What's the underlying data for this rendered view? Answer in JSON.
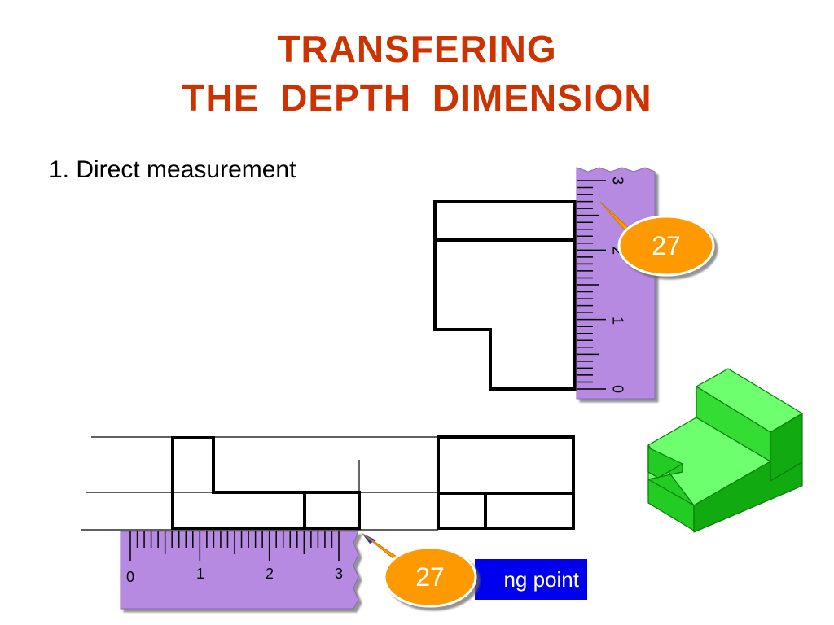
{
  "title": {
    "line1": "TRANSFERING",
    "line2": "THE  DEPTH  DIMENSION"
  },
  "step_label": "1. Direct measurement",
  "vertical_scale": {
    "labels": [
      "3",
      "2",
      "1",
      "0"
    ]
  },
  "horizontal_scale": {
    "labels": [
      "0",
      "1",
      "2",
      "3"
    ]
  },
  "callouts": {
    "vertical": "27",
    "horizontal": "27"
  },
  "reference_label": "ng point",
  "colors": {
    "title": "#cc3300",
    "scale": "#b58ae0",
    "callout": "#ff9900",
    "label_bg": "#0000ee",
    "solid": "#22cc22"
  }
}
